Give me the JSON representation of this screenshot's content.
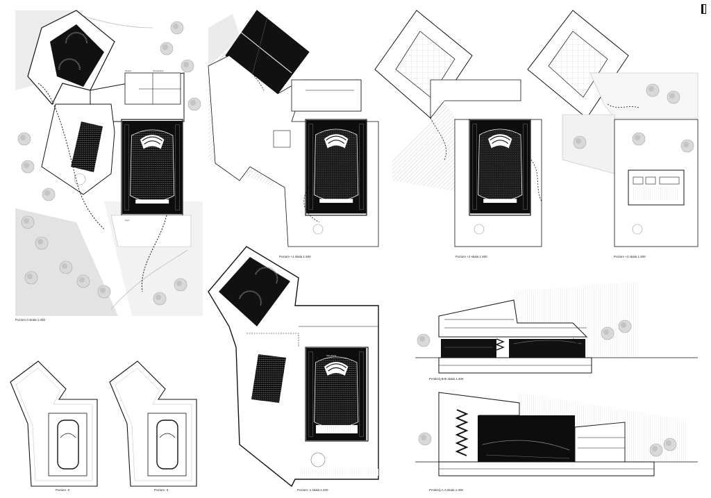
{
  "captions": {
    "level_0": "Poziom 0 skala 1:400",
    "level_p1": "Poziom +1 skala 1:400",
    "level_p2": "Poziom +2 skala 1:400",
    "level_p3": "Poziom +3 skala 1:400",
    "level_m1": "Poziom -1 skala 1:400",
    "level_m2": "Poziom -2",
    "level_m3": "Poziom -3",
    "section_bb": "Przekrój B-B skala 1:400",
    "section_aa": "Przekrój A-A skala 1:400"
  },
  "room_labels": {
    "main_hall": "Sala główna",
    "foyer": "Foyer"
  },
  "logo_icon": "board-logo-icon",
  "colors": {
    "ink": "#111111",
    "hall_fill": "#0d0d0d",
    "hatch": "#cfcfcf",
    "landscape": "#bdbdbd",
    "paper": "#ffffff"
  }
}
